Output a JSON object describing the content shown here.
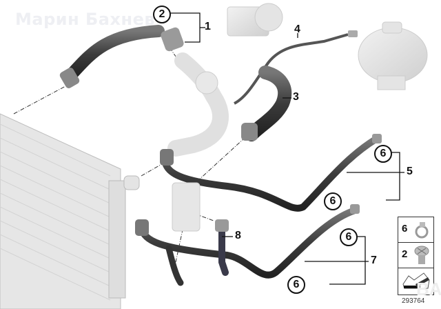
{
  "watermark": "Марин Бахнев",
  "diagram_id": "293764",
  "logo_ghost": "BA",
  "parts": [
    {
      "ref": "1",
      "label": "1",
      "description": "upper radiator hose with connector"
    },
    {
      "ref": "2",
      "label": "2",
      "description": "bleed screw"
    },
    {
      "ref": "3",
      "label": "3",
      "description": "coolant hose"
    },
    {
      "ref": "4",
      "label": "4",
      "description": "vent line to expansion tank"
    },
    {
      "ref": "5",
      "label": "5",
      "description": "coolant line"
    },
    {
      "ref": "6",
      "label": "6",
      "description": "hose clamp"
    },
    {
      "ref": "7",
      "label": "7",
      "description": "coolant line lower"
    },
    {
      "ref": "8",
      "label": "8",
      "description": "hose"
    }
  ],
  "callouts": {
    "c2_top": "2",
    "c6_a": "6",
    "c6_b": "6",
    "c6_c": "6",
    "c6_d": "6"
  },
  "labels": {
    "n1": "1",
    "n3": "3",
    "n4": "4",
    "n5": "5",
    "n7": "7",
    "n8": "8"
  },
  "legend": [
    {
      "num": "6",
      "icon": "hose-clamp-icon"
    },
    {
      "num": "2",
      "icon": "bleed-screw-icon"
    },
    {
      "num": "",
      "icon": "note-sheet-icon"
    }
  ],
  "colors": {
    "hose_dark": "#4a4a4a",
    "part_light": "#dcdcdc",
    "line": "#111111"
  }
}
